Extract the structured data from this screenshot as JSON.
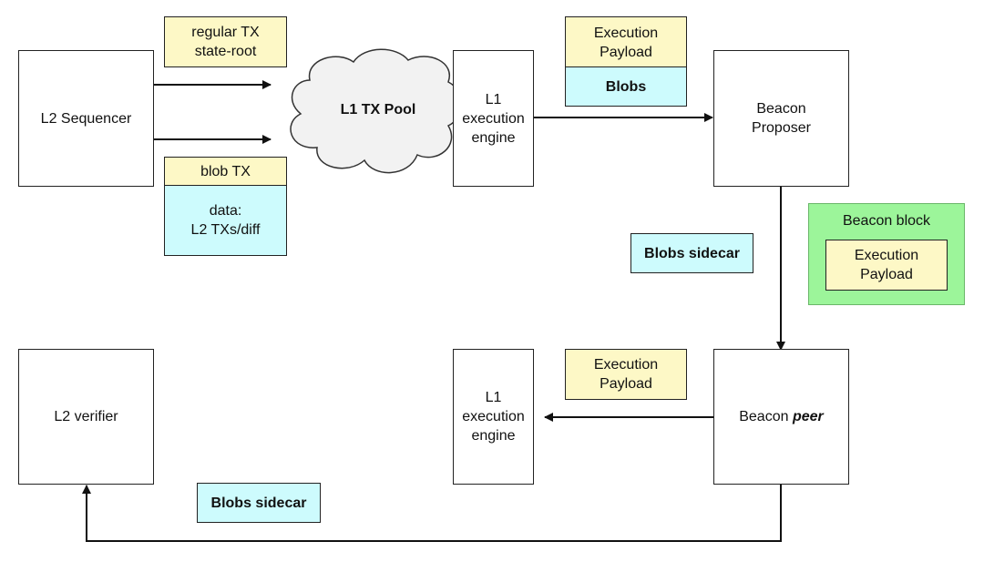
{
  "l2_sequencer": "L2 Sequencer",
  "regular_tx": {
    "line1": "regular TX",
    "line2": "state-root"
  },
  "blob_tx": {
    "header": "blob TX",
    "data_line1": "data:",
    "data_line2": "L2 TXs/diff"
  },
  "tx_pool": "L1 TX Pool",
  "engine_top": {
    "line1": "L1",
    "line2": "execution",
    "line3": "engine"
  },
  "payload_top": {
    "line1": "Execution",
    "line2": "Payload",
    "blobs": "Blobs"
  },
  "beacon_proposer": {
    "line1": "Beacon",
    "line2": "Proposer"
  },
  "beacon_block": {
    "title": "Beacon block",
    "inner_line1": "Execution",
    "inner_line2": "Payload"
  },
  "sidecar_mid": "Blobs sidecar",
  "l2_verifier": "L2 verifier",
  "engine_bottom": {
    "line1": "L1",
    "line2": "execution",
    "line3": "engine"
  },
  "payload_bottom": {
    "line1": "Execution",
    "line2": "Payload"
  },
  "beacon_peer": {
    "prefix": "Beacon ",
    "emph": "peer"
  },
  "sidecar_bottom": "Blobs sidecar",
  "colors": {
    "yellow": "#fdf8c6",
    "cyan": "#cdfbfd",
    "green": "#9cf59a",
    "green_border": "#6ab769"
  }
}
